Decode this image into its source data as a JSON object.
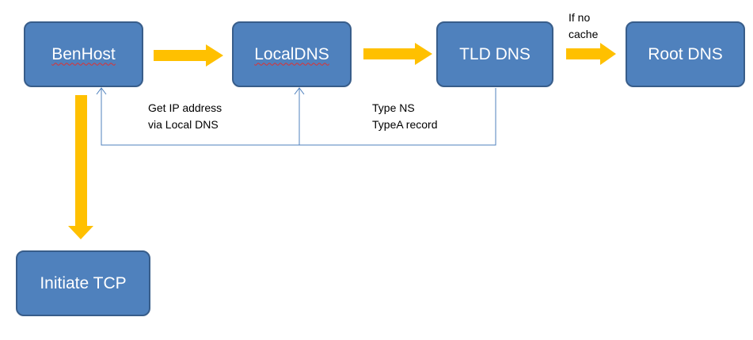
{
  "nodes": {
    "benhost": "BenHost",
    "localdns": "LocalDNS",
    "tld_dns": "TLD DNS",
    "root_dns": "Root DNS",
    "initiate_tcp": "Initiate TCP"
  },
  "labels": {
    "if_no_cache": [
      "If no",
      "cache"
    ],
    "get_ip": [
      "Get IP address",
      "via Local DNS"
    ],
    "type_records": [
      "Type NS",
      "TypeA record"
    ]
  },
  "colors": {
    "node_fill": "#4f81bd",
    "node_border": "#385d8a",
    "arrow": "#ffc000",
    "return_line": "#4f81bd"
  }
}
